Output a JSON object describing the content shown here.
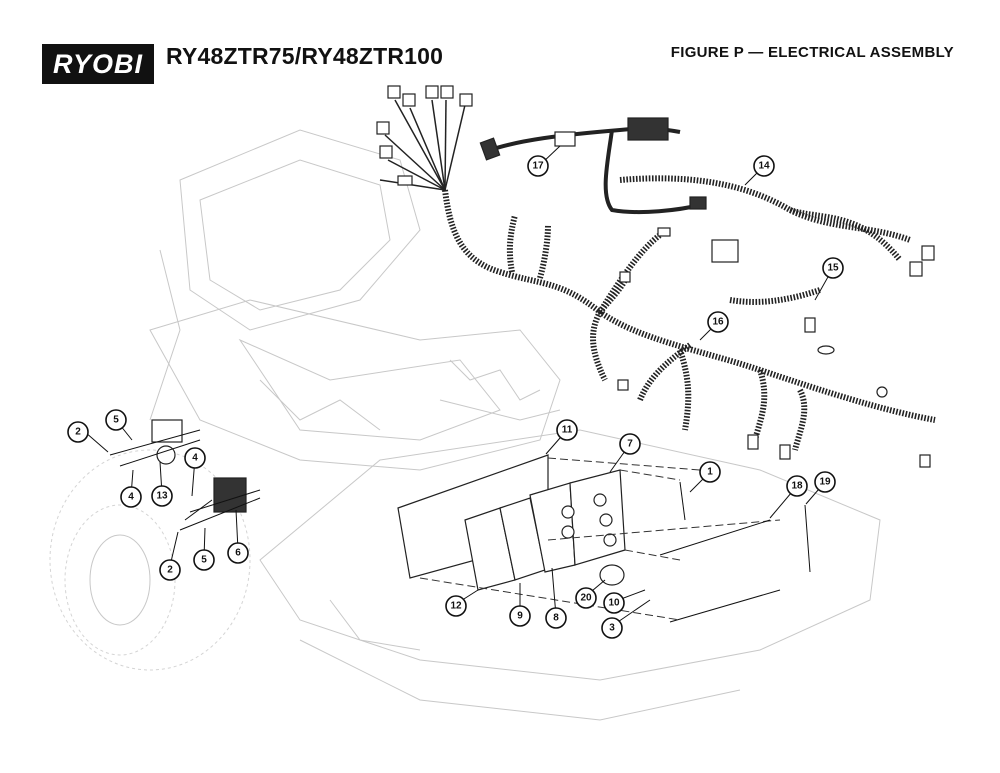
{
  "header": {
    "brand": "RYOBI",
    "model": "RY48ZTR75/RY48ZTR100",
    "figure_title": "FIGURE P — ELECTRICAL ASSEMBLY"
  },
  "callouts": [
    {
      "label": "1"
    },
    {
      "label": "2"
    },
    {
      "label": "2"
    },
    {
      "label": "3"
    },
    {
      "label": "4"
    },
    {
      "label": "4"
    },
    {
      "label": "5"
    },
    {
      "label": "5"
    },
    {
      "label": "6"
    },
    {
      "label": "7"
    },
    {
      "label": "8"
    },
    {
      "label": "9"
    },
    {
      "label": "10"
    },
    {
      "label": "11"
    },
    {
      "label": "12"
    },
    {
      "label": "13"
    },
    {
      "label": "14"
    },
    {
      "label": "15"
    },
    {
      "label": "16"
    },
    {
      "label": "17"
    },
    {
      "label": "18"
    },
    {
      "label": "19"
    },
    {
      "label": "20"
    }
  ]
}
